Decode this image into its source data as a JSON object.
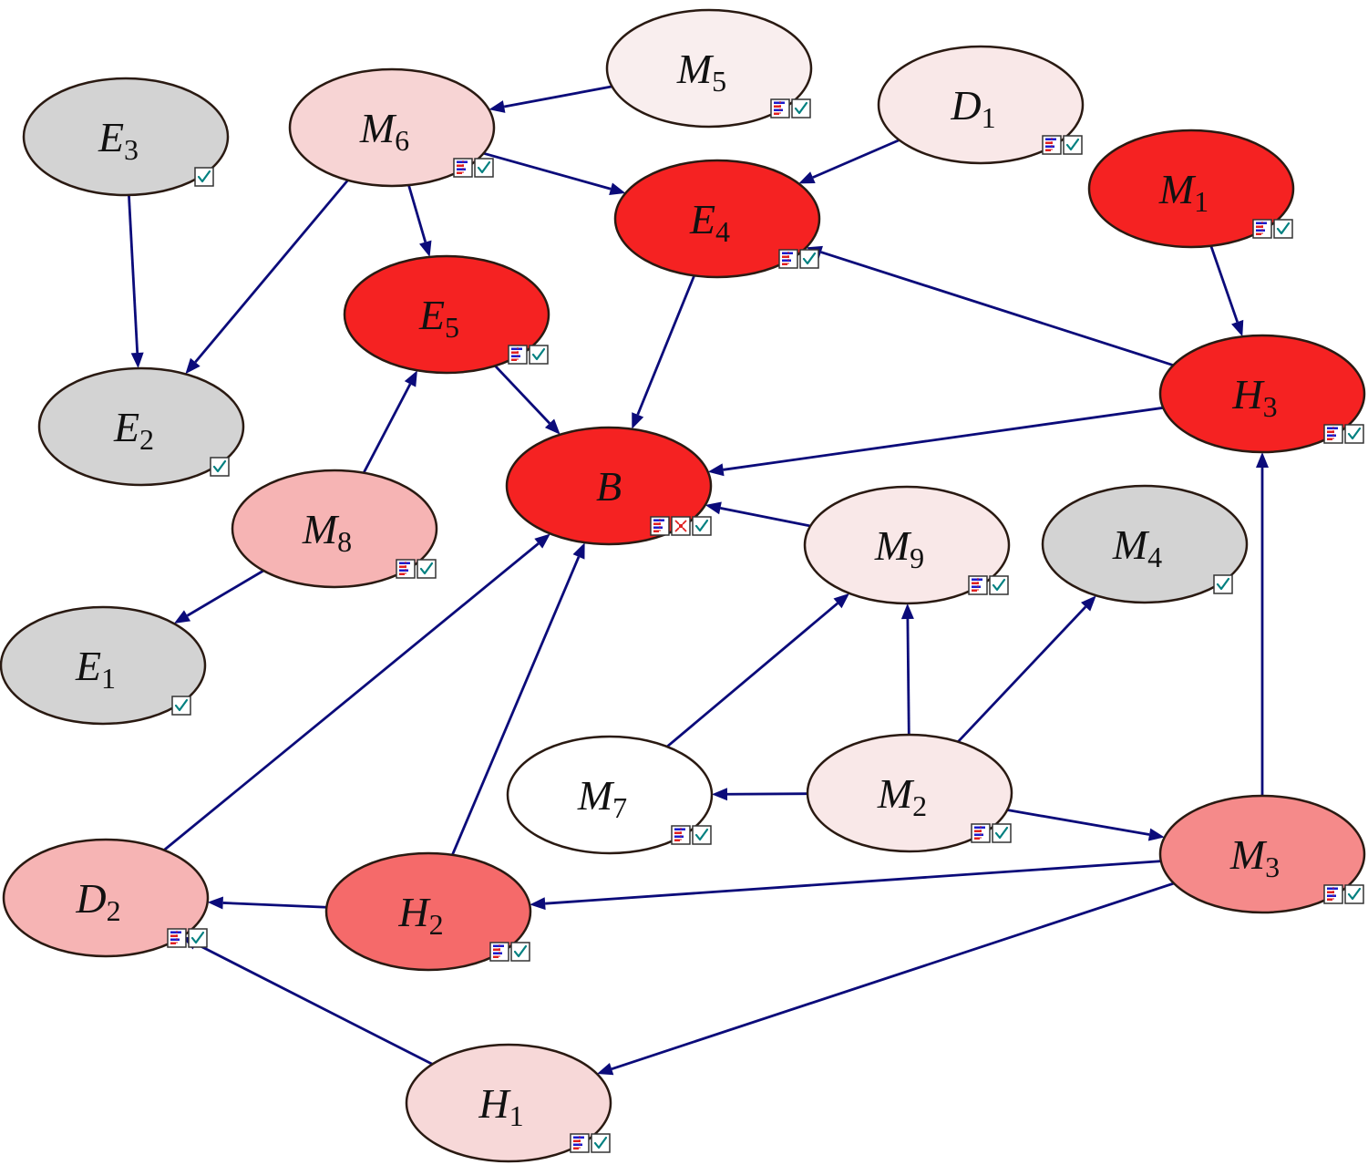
{
  "colors": {
    "edge": "#0b0b7a",
    "node_outline": "#2a1a12",
    "check": "#008080",
    "icon_red": "#e02020",
    "icon_blue": "#1a1acc"
  },
  "nodes": [
    {
      "id": "E3",
      "letter": "E",
      "sub": "3",
      "fill": "#d3d3d3",
      "icons": [
        "check-icon"
      ]
    },
    {
      "id": "M6",
      "letter": "M",
      "sub": "6",
      "fill": "#f7d4d4",
      "icons": [
        "distribution-icon",
        "check-icon"
      ]
    },
    {
      "id": "M5",
      "letter": "M",
      "sub": "5",
      "fill": "#f9eeee",
      "icons": [
        "distribution-icon",
        "check-icon"
      ]
    },
    {
      "id": "D1",
      "letter": "D",
      "sub": "1",
      "fill": "#f9e8e8",
      "icons": [
        "distribution-icon",
        "check-icon"
      ]
    },
    {
      "id": "M1",
      "letter": "M",
      "sub": "1",
      "fill": "#f52222",
      "icons": [
        "distribution-icon",
        "check-icon"
      ]
    },
    {
      "id": "E4",
      "letter": "E",
      "sub": "4",
      "fill": "#f52222",
      "icons": [
        "distribution-icon",
        "check-icon"
      ]
    },
    {
      "id": "E5",
      "letter": "E",
      "sub": "5",
      "fill": "#f52222",
      "icons": [
        "distribution-icon",
        "check-icon"
      ]
    },
    {
      "id": "E2",
      "letter": "E",
      "sub": "2",
      "fill": "#d3d3d3",
      "icons": [
        "check-icon"
      ]
    },
    {
      "id": "H3",
      "letter": "H",
      "sub": "3",
      "fill": "#f52222",
      "icons": [
        "distribution-icon",
        "check-icon"
      ]
    },
    {
      "id": "B",
      "letter": "B",
      "sub": "",
      "fill": "#f52222",
      "icons": [
        "distribution-icon",
        "evidence-icon",
        "check-icon"
      ]
    },
    {
      "id": "M8",
      "letter": "M",
      "sub": "8",
      "fill": "#f6b4b4",
      "icons": [
        "distribution-icon",
        "check-icon"
      ]
    },
    {
      "id": "M9",
      "letter": "M",
      "sub": "9",
      "fill": "#f9e8e8",
      "icons": [
        "distribution-icon",
        "check-icon"
      ]
    },
    {
      "id": "M4",
      "letter": "M",
      "sub": "4",
      "fill": "#d3d3d3",
      "icons": [
        "check-icon"
      ]
    },
    {
      "id": "E1",
      "letter": "E",
      "sub": "1",
      "fill": "#d3d3d3",
      "icons": [
        "check-icon"
      ]
    },
    {
      "id": "M7",
      "letter": "M",
      "sub": "7",
      "fill": "#ffffff",
      "icons": [
        "distribution-icon",
        "check-icon"
      ]
    },
    {
      "id": "M2",
      "letter": "M",
      "sub": "2",
      "fill": "#f9e8e8",
      "icons": [
        "distribution-icon",
        "check-icon"
      ]
    },
    {
      "id": "M3",
      "letter": "M",
      "sub": "3",
      "fill": "#f58a8a",
      "icons": [
        "distribution-icon",
        "check-icon"
      ]
    },
    {
      "id": "D2",
      "letter": "D",
      "sub": "2",
      "fill": "#f6b4b4",
      "icons": [
        "distribution-icon",
        "check-icon"
      ]
    },
    {
      "id": "H2",
      "letter": "H",
      "sub": "2",
      "fill": "#f56a6a",
      "icons": [
        "distribution-icon",
        "check-icon"
      ]
    },
    {
      "id": "H1",
      "letter": "H",
      "sub": "1",
      "fill": "#f7d8d8",
      "icons": [
        "distribution-icon",
        "check-icon"
      ]
    }
  ],
  "edges": [
    {
      "from": "M5",
      "to": "M6"
    },
    {
      "from": "M6",
      "to": "E4"
    },
    {
      "from": "D1",
      "to": "E4"
    },
    {
      "from": "M6",
      "to": "E5"
    },
    {
      "from": "M6",
      "to": "E2"
    },
    {
      "from": "E3",
      "to": "E2"
    },
    {
      "from": "M1",
      "to": "H3"
    },
    {
      "from": "H3",
      "to": "E4"
    },
    {
      "from": "E4",
      "to": "B"
    },
    {
      "from": "E5",
      "to": "B"
    },
    {
      "from": "H3",
      "to": "B"
    },
    {
      "from": "M8",
      "to": "E5"
    },
    {
      "from": "M8",
      "to": "E1"
    },
    {
      "from": "M9",
      "to": "B"
    },
    {
      "from": "M7",
      "to": "M9"
    },
    {
      "from": "M2",
      "to": "M9"
    },
    {
      "from": "M2",
      "to": "M4"
    },
    {
      "from": "M2",
      "to": "M7"
    },
    {
      "from": "M2",
      "to": "M3"
    },
    {
      "from": "M3",
      "to": "H3"
    },
    {
      "from": "M3",
      "to": "H2"
    },
    {
      "from": "M3",
      "to": "H1"
    },
    {
      "from": "D2",
      "to": "B"
    },
    {
      "from": "H2",
      "to": "B"
    },
    {
      "from": "H2",
      "to": "D2"
    },
    {
      "from": "H1",
      "to": "D2"
    }
  ]
}
